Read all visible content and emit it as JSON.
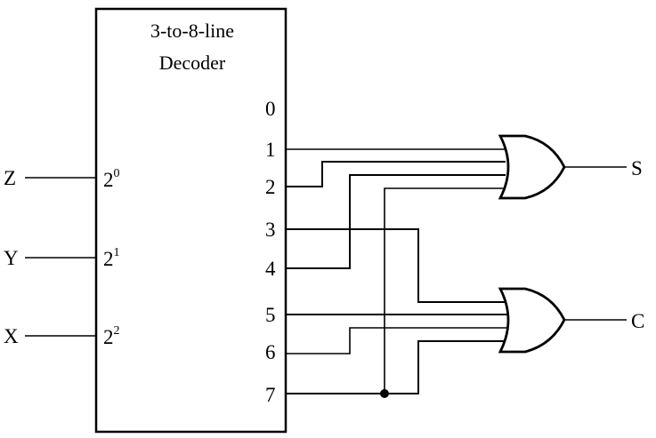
{
  "decoder": {
    "title_line1": "3-to-8-line",
    "title_line2": "Decoder",
    "inputs": [
      {
        "signal": "Z",
        "base": "2",
        "exp": "0"
      },
      {
        "signal": "Y",
        "base": "2",
        "exp": "1"
      },
      {
        "signal": "X",
        "base": "2",
        "exp": "2"
      }
    ],
    "outputs": [
      "0",
      "1",
      "2",
      "3",
      "4",
      "5",
      "6",
      "7"
    ]
  },
  "gates": {
    "sum": {
      "type": "OR",
      "output_label": "S",
      "inputs_from": [
        "1",
        "2",
        "4",
        "7"
      ]
    },
    "carry": {
      "type": "OR",
      "output_label": "C",
      "inputs_from": [
        "3",
        "5",
        "6",
        "7"
      ]
    }
  }
}
